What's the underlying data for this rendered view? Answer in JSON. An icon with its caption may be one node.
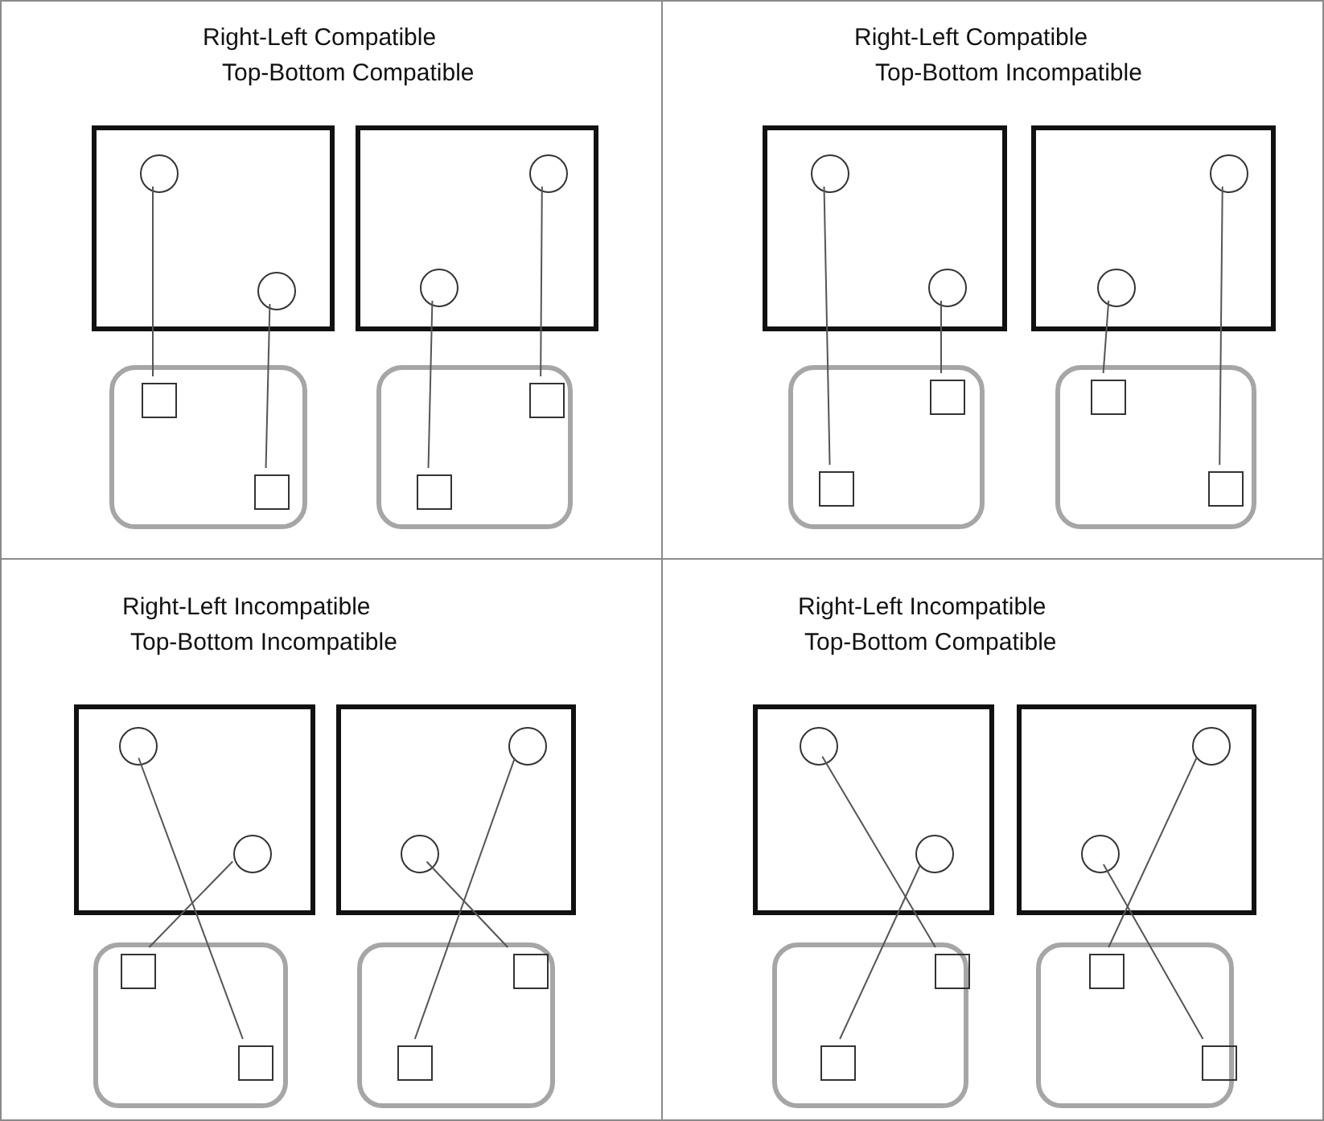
{
  "diagram": {
    "nodes": [
      {
        "text": [
          "Right-Left Compatible",
          "Top-Bottom Compatible"
        ]
      },
      {
        "text": [],
        "shape": "box",
        "in": 0
      },
      {
        "text": [],
        "shape": "circle",
        "in": 1
      },
      {
        "text": [],
        "shape": "circle",
        "in": 1
      },
      {
        "text": [],
        "shape": "box",
        "in": 0
      },
      {
        "text": [],
        "shape": "circle",
        "in": 4
      },
      {
        "text": [],
        "shape": "circle",
        "in": 4
      },
      {
        "text": [],
        "shape": "box",
        "in": 0
      },
      {
        "text": [],
        "shape": "box",
        "in": 7
      },
      {
        "text": [],
        "shape": "box",
        "in": 7
      },
      {
        "text": [],
        "shape": "box",
        "in": 0
      },
      {
        "text": [],
        "shape": "box",
        "in": 10
      },
      {
        "text": [],
        "shape": "box",
        "in": 10
      },
      {
        "text": [
          "Right-Left Compatible",
          "Top-Bottom Incompatible"
        ]
      },
      {
        "text": [],
        "shape": "box",
        "in": 13
      },
      {
        "text": [],
        "shape": "circle",
        "in": 14
      },
      {
        "text": [],
        "shape": "circle",
        "in": 14
      },
      {
        "text": [],
        "shape": "box",
        "in": 13
      },
      {
        "text": [],
        "shape": "circle",
        "in": 17
      },
      {
        "text": [],
        "shape": "circle",
        "in": 17
      },
      {
        "text": [],
        "shape": "box",
        "in": 13
      },
      {
        "text": [],
        "shape": "box",
        "in": 20
      },
      {
        "text": [],
        "shape": "box",
        "in": 20
      },
      {
        "text": [],
        "shape": "box",
        "in": 13
      },
      {
        "text": [],
        "shape": "box",
        "in": 23
      },
      {
        "text": [],
        "shape": "box",
        "in": 23
      },
      {
        "text": [
          "Right-Left Incompatible",
          "Top-Bottom Incompatible"
        ]
      },
      {
        "text": [],
        "shape": "box",
        "in": 26
      },
      {
        "text": [],
        "shape": "circle",
        "in": 27
      },
      {
        "text": [],
        "shape": "circle",
        "in": 27
      },
      {
        "text": [],
        "shape": "box",
        "in": 26
      },
      {
        "text": [],
        "shape": "circle",
        "in": 30
      },
      {
        "text": [],
        "shape": "circle",
        "in": 30
      },
      {
        "text": [],
        "shape": "box",
        "in": 26
      },
      {
        "text": [],
        "shape": "box",
        "in": 33
      },
      {
        "text": [],
        "shape": "box",
        "in": 33
      },
      {
        "text": [],
        "shape": "box",
        "in": 26
      },
      {
        "text": [],
        "shape": "box",
        "in": 36
      },
      {
        "text": [],
        "shape": "box",
        "in": 36
      },
      {
        "text": [
          "Right-Left Incompatible",
          "Top-Bottom Compatible"
        ]
      },
      {
        "text": [],
        "shape": "box",
        "in": 39
      },
      {
        "text": [],
        "shape": "circle",
        "in": 40
      },
      {
        "text": [],
        "shape": "circle",
        "in": 40
      },
      {
        "text": [],
        "shape": "box",
        "in": 39
      },
      {
        "text": [],
        "shape": "circle",
        "in": 43
      },
      {
        "text": [],
        "shape": "circle",
        "in": 43
      },
      {
        "text": [],
        "shape": "box",
        "in": 39
      },
      {
        "text": [],
        "shape": "box",
        "in": 46
      },
      {
        "text": [],
        "shape": "box",
        "in": 46
      },
      {
        "text": [],
        "shape": "box",
        "in": 39
      },
      {
        "text": [],
        "shape": "box",
        "in": 49
      },
      {
        "text": [],
        "shape": "box",
        "in": 49
      }
    ],
    "edges": [
      {
        "from": 2,
        "to": 8,
        "arrow": "none"
      },
      {
        "from": 3,
        "to": 9,
        "arrow": "none"
      },
      {
        "from": 5,
        "to": 11,
        "arrow": "none"
      },
      {
        "from": 6,
        "to": 12,
        "arrow": "none"
      },
      {
        "from": 15,
        "to": 21,
        "arrow": "none"
      },
      {
        "from": 16,
        "to": 22,
        "arrow": "none"
      },
      {
        "from": 18,
        "to": 24,
        "arrow": "none"
      },
      {
        "from": 19,
        "to": 25,
        "arrow": "none"
      },
      {
        "from": 28,
        "to": 35,
        "arrow": "none"
      },
      {
        "from": 29,
        "to": 34,
        "arrow": "none"
      },
      {
        "from": 31,
        "to": 38,
        "arrow": "none"
      },
      {
        "from": 32,
        "to": 37,
        "arrow": "none"
      },
      {
        "from": 41,
        "to": 48,
        "arrow": "none"
      },
      {
        "from": 42,
        "to": 47,
        "arrow": "none"
      },
      {
        "from": 44,
        "to": 51,
        "arrow": "none"
      },
      {
        "from": 45,
        "to": 50,
        "arrow": "none"
      }
    ]
  }
}
